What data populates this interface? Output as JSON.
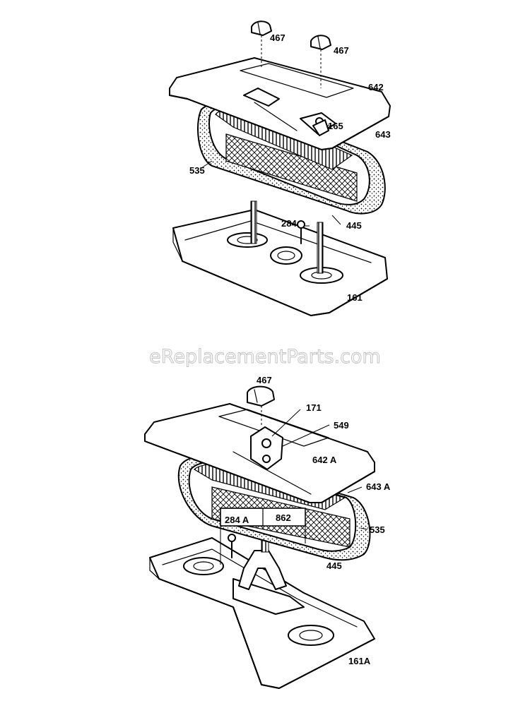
{
  "watermark": "eReplacementParts.com",
  "assembly_top": {
    "labels": {
      "knob_left": "467",
      "knob_right": "467",
      "cover": "642",
      "wing_nut": "165",
      "filter_element": "643",
      "pre_cleaner": "535",
      "gasket": "445",
      "screw": "284",
      "base": "161"
    }
  },
  "assembly_bottom": {
    "labels": {
      "knob": "467",
      "washer": "171",
      "nut": "549",
      "cover": "642 A",
      "filter_element": "643 A",
      "bracket": "862",
      "screw": "284 A",
      "pre_cleaner": "535",
      "gasket": "445",
      "base": "161A"
    }
  }
}
